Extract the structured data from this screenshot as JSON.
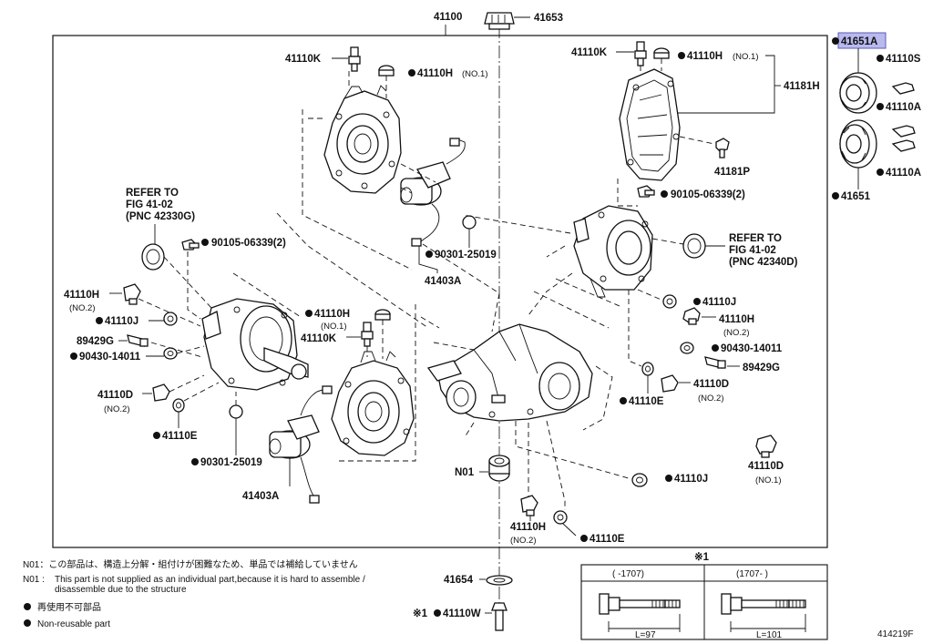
{
  "colors": {
    "line": "#111111",
    "highlight": "#b9b9ee",
    "background": "#ffffff"
  },
  "labels": {
    "p41100": "41100",
    "p41653": "41653",
    "p41651A": "41651A",
    "p41110S": "41110S",
    "p41110A_1": "41110A",
    "p41110A_2": "41110A",
    "p41651": "41651",
    "p41181H": "41181H",
    "p41181P": "41181P",
    "p41110K_left": "41110K",
    "p41110H_left": "41110H",
    "no1_a": "(NO.1)",
    "p41110K_right": "41110K",
    "p41110H_right": "41110H",
    "no1_b": "(NO.1)",
    "p90105_right": "90105-06339(2)",
    "refer_left_1": "REFER TO",
    "refer_left_2": "FIG 41-02",
    "refer_left_3": "(PNC 42330G)",
    "refer_right_1": "REFER TO",
    "refer_right_2": "FIG 41-02",
    "refer_right_3": "(PNC 42340D)",
    "p90105_left": "90105-06339(2)",
    "p90301_top": "90301-25019",
    "p41403A_top": "41403A",
    "p41110H_no2_left": "41110H",
    "no2_a": "(NO.2)",
    "p41110J_left": "41110J",
    "p89429G_left": "89429G",
    "p90430_left": "90430-14011",
    "p41110D_left": "41110D",
    "no2_b": "(NO.2)",
    "p41110E_left": "41110E",
    "p90301_bottom": "90301-25019",
    "p41403A_bottom": "41403A",
    "p41110H_mid": "41110H",
    "no1_c": "(NO.1)",
    "p41110K_mid": "41110K",
    "p41110J_right": "41110J",
    "p41110H_no2_right": "41110H",
    "no2_c": "(NO.2)",
    "p90430_right": "90430-14011",
    "p89429G_right": "89429G",
    "p41110E_right": "41110E",
    "p41110D_no2_right": "41110D",
    "no2_d": "(NO.2)",
    "p41110D_no1": "41110D",
    "no1_d": "(NO.1)",
    "n01": "N01",
    "p41110J_bottom": "41110J",
    "p41110H_bottom": "41110H",
    "no2_e": "(NO.2)",
    "p41110E_bottom": "41110E",
    "p41654": "41654",
    "p41110W": "41110W",
    "x1_mark": "※1"
  },
  "notes": {
    "n01_jp": "N01：この部品は、構造上分解・組付けが困難なため、単品では補給していません",
    "n01_en_prefix": "N01 :",
    "n01_en_line1": "This part is not supplied as an individual part,because it is hard to assemble /",
    "n01_en_line2": "disassemble due to the structure",
    "legend_jp": "再使用不可部品",
    "legend_en": "Non-reusable part"
  },
  "bolt_table": {
    "title": "※1",
    "col1_header": "(      -1707)",
    "col2_header": "(1707-      )",
    "col1_length": "L=97",
    "col2_length": "L=101"
  },
  "figure_id": "414219F"
}
